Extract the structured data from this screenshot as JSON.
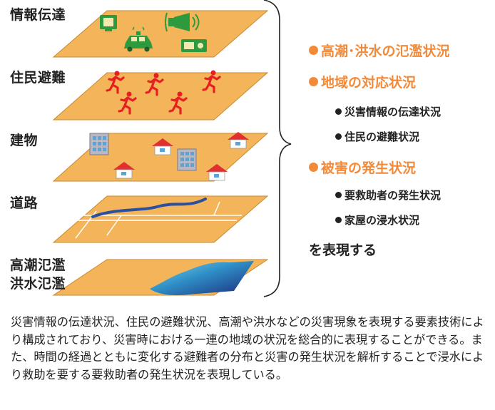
{
  "layers": [
    {
      "id": "info",
      "label": "情報伝達"
    },
    {
      "id": "evac",
      "label": "住民避難"
    },
    {
      "id": "building",
      "label": "建物"
    },
    {
      "id": "road",
      "label": "道路"
    },
    {
      "id": "flood",
      "label": "高潮氾濫\n洪水氾濫"
    }
  ],
  "legend": {
    "items": [
      {
        "text": "高潮･洪水の氾濫状況",
        "level": "primary"
      },
      {
        "text": "地域の対応状況",
        "level": "primary"
      },
      {
        "text": "災害情報の伝達状況",
        "level": "secondary"
      },
      {
        "text": "住民の避難状況",
        "level": "secondary"
      },
      {
        "text": "被害の発生状況",
        "level": "primary"
      },
      {
        "text": "要救助者の発生状況",
        "level": "secondary"
      },
      {
        "text": "家屋の浸水状況",
        "level": "secondary"
      }
    ],
    "closing": "を表現する"
  },
  "caption": "災害情報の伝達状況、住民の避難状況、高潮や洪水などの災害現象を表現する要素技術により構成されており、災害時における一連の地域の状況を総合的に表現することができる。また、時間の経過とともに変化する避難者の分布と災害の発生状況を解析することで浸水により救助を要する要救助者の発生状況を表現している。",
  "colors": {
    "layer_fill": "#f3b45a",
    "layer_edge": "#c88a2f",
    "accent_orange": "#f28a3a",
    "runner_red": "#e62020",
    "icon_green": "#2d9a3e",
    "road_blue": "#2c4fa0",
    "text": "#222222",
    "background": "#ffffff"
  },
  "icons": [
    "tv-icon",
    "police-car-icon",
    "megaphone-icon",
    "radio-icon",
    "runner-icon",
    "office-building-icon",
    "house-icon",
    "flood-area-icon"
  ]
}
